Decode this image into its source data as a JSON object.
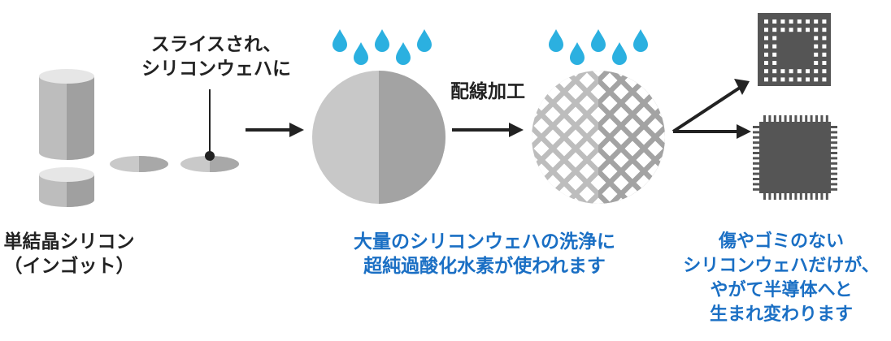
{
  "labels": {
    "slice_line1": "スライスされ、",
    "slice_line2": "シリコンウェハに",
    "ingot_line1": "単結晶シリコン",
    "ingot_line2": "（インゴット）",
    "wiring": "配線加工",
    "cleaning_line1": "大量のシリコンウェハの洗浄に",
    "cleaning_line2": "超純過酸化水素が使われます",
    "result_line1": "傷やゴミのない",
    "result_line2": "シリコンウェハだけが、",
    "result_line3": "やがて半導体へと",
    "result_line4": "生まれ変わります"
  },
  "colors": {
    "water_drop": "#2bb0e0",
    "caption_blue": "#1a6fc4",
    "wafer_light": "#c8c8c8",
    "wafer_dark": "#a3a3a3",
    "chip": "#555555",
    "arrow": "#222222"
  },
  "icons": [
    "ingot-icon",
    "wafer-slice-icon",
    "water-drop-icon",
    "wafer-icon",
    "patterned-wafer-icon",
    "chip-icon",
    "arrow-icon"
  ]
}
